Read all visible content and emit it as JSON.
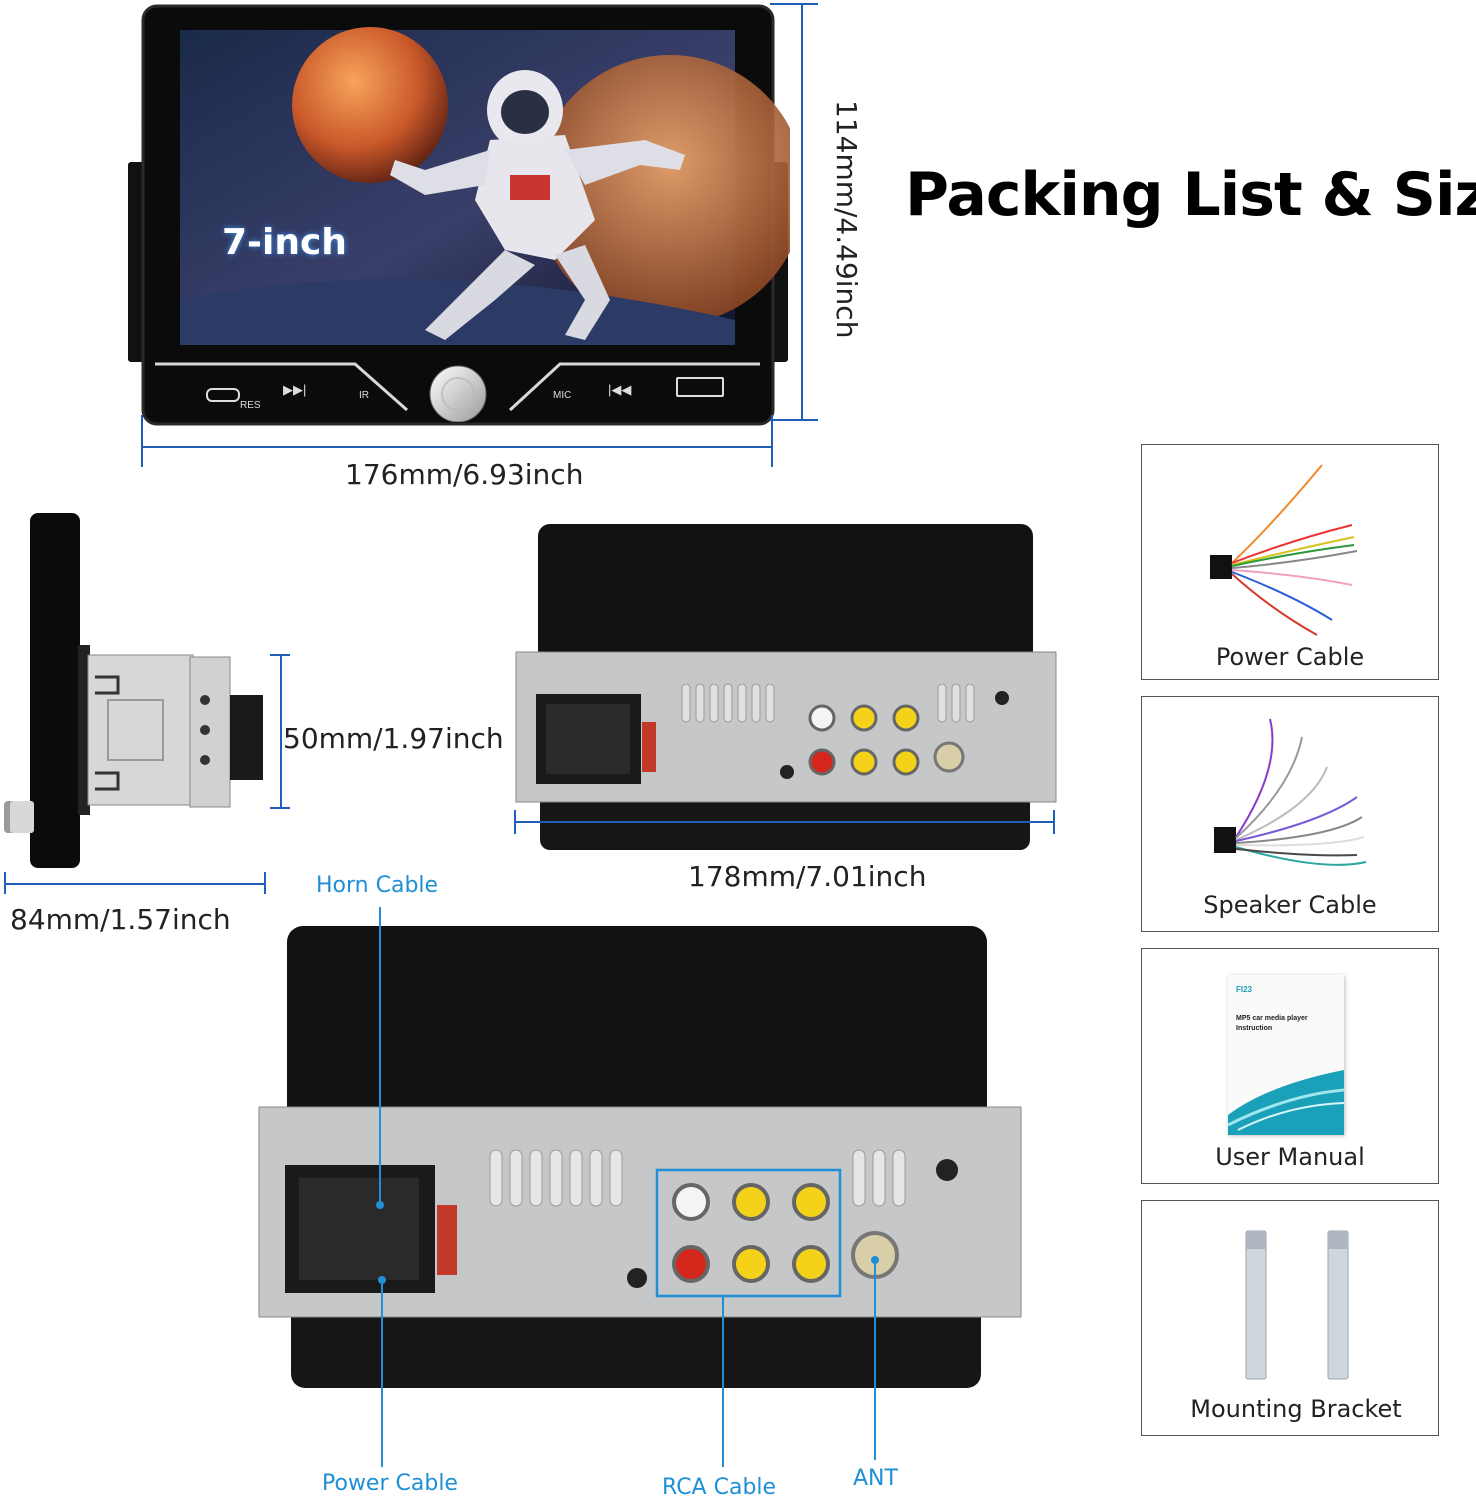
{
  "header": {
    "title": "Packing List & Size"
  },
  "screen": {
    "badge": "7-inch"
  },
  "front_panel": {
    "res": "RES",
    "ir": "IR",
    "mic": "MIC"
  },
  "dimensions": {
    "height": "114mm/4.49inch",
    "width": "176mm/6.93inch",
    "side_height": "50mm/1.97inch",
    "depth": "84mm/1.57inch",
    "back_width": "178mm/7.01inch"
  },
  "callouts": {
    "horn_cable": "Horn Cable",
    "power_cable": "Power Cable",
    "rca_cable": "RCA Cable",
    "ant": "ANT"
  },
  "packing_list": [
    {
      "label": "Power Cable"
    },
    {
      "label": "Speaker Cable"
    },
    {
      "label": "User Manual"
    },
    {
      "label": "Mounting Bracket"
    }
  ],
  "manual": {
    "brand": "FI23",
    "title_line1": "MP5 car media player",
    "title_line2": "Instruction"
  }
}
